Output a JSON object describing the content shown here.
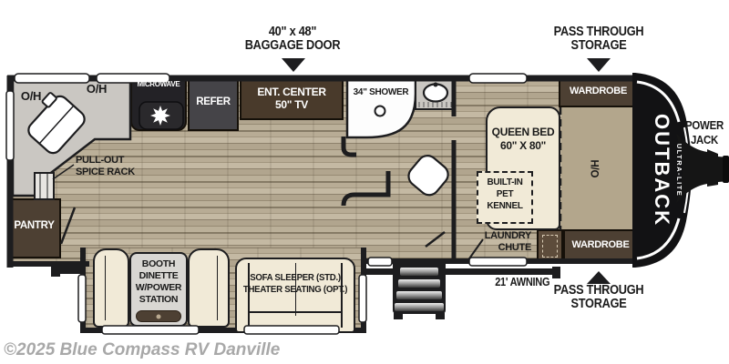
{
  "header": {
    "baggage_door": [
      "40\" x 48\"",
      "BAGGAGE DOOR"
    ],
    "pass_through_top": [
      "PASS THROUGH",
      "STORAGE"
    ],
    "pass_through_bottom": [
      "PASS THROUGH",
      "STORAGE"
    ],
    "power_jack": [
      "POWER",
      "JACK"
    ],
    "awning": "21' AWNING"
  },
  "kitchen": {
    "oh_left": "O/H",
    "oh_right": "O/H",
    "microwave": "MICROWAVE",
    "refer": "REFER",
    "ent_center": [
      "ENT. CENTER",
      "50\" TV"
    ],
    "spice_rack": [
      "PULL-OUT",
      "SPICE RACK"
    ],
    "pantry": "PANTRY"
  },
  "bath": {
    "shower": "34\" SHOWER"
  },
  "bedroom": {
    "queen_bed": [
      "QUEEN BED",
      "60\" X 80\""
    ],
    "pet_kennel": [
      "BUILT-IN",
      "PET",
      "KENNEL"
    ],
    "laundry_chute": [
      "LAUNDRY",
      "CHUTE"
    ],
    "wardrobe_top": "WARDROBE",
    "wardrobe_bottom": "WARDROBE",
    "ho": "H/O"
  },
  "slide_out": {
    "booth_dinette": [
      "BOOTH",
      "DINETTE",
      "W/POWER",
      "STATION"
    ],
    "sofa": [
      "SOFA SLEEPER (STD.)",
      "THEATER SEATING (OPT.)"
    ]
  },
  "brand": {
    "name": "OUTBACK",
    "sub": "ULTRA-LITE"
  },
  "watermark": "©2025 Blue Compass RV Danville",
  "colors": {
    "wall": "#1d1d1f",
    "floor_tan": "#b3a68c",
    "cabinet_brown": "#4d4033",
    "cream": "#f1ead7",
    "counter_gray": "#cac7c2",
    "accent_white": "#ffffff",
    "watermark_gray": "#a8a8a8"
  }
}
